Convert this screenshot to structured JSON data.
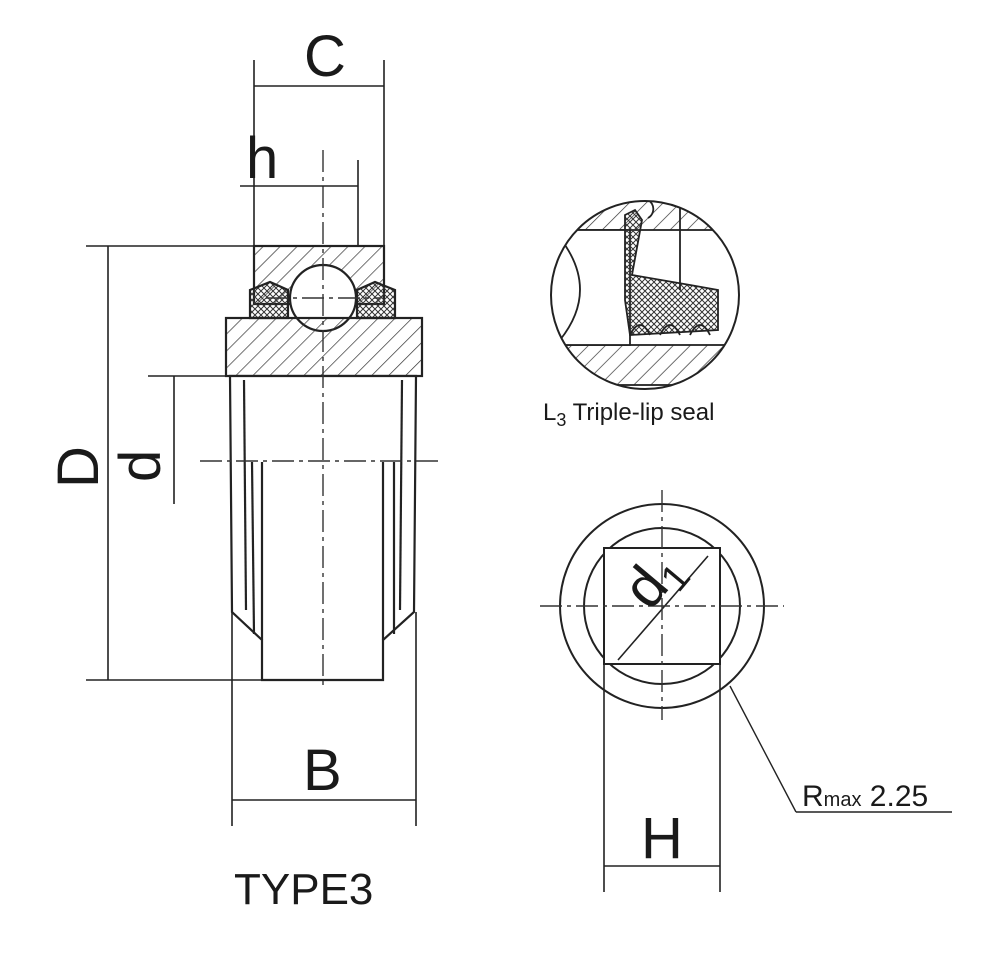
{
  "labels": {
    "C": "C",
    "h": "h",
    "D": "D",
    "d": "d",
    "B": "B",
    "d1_base": "d",
    "d1_sub": "1",
    "H": "H",
    "type": "TYPE3",
    "seal_L": "L",
    "seal_sub": "3",
    "seal_text": " Triple-lip seal",
    "r_prefix": "R",
    "r_max": "max",
    "r_value": " 2.25"
  }
}
